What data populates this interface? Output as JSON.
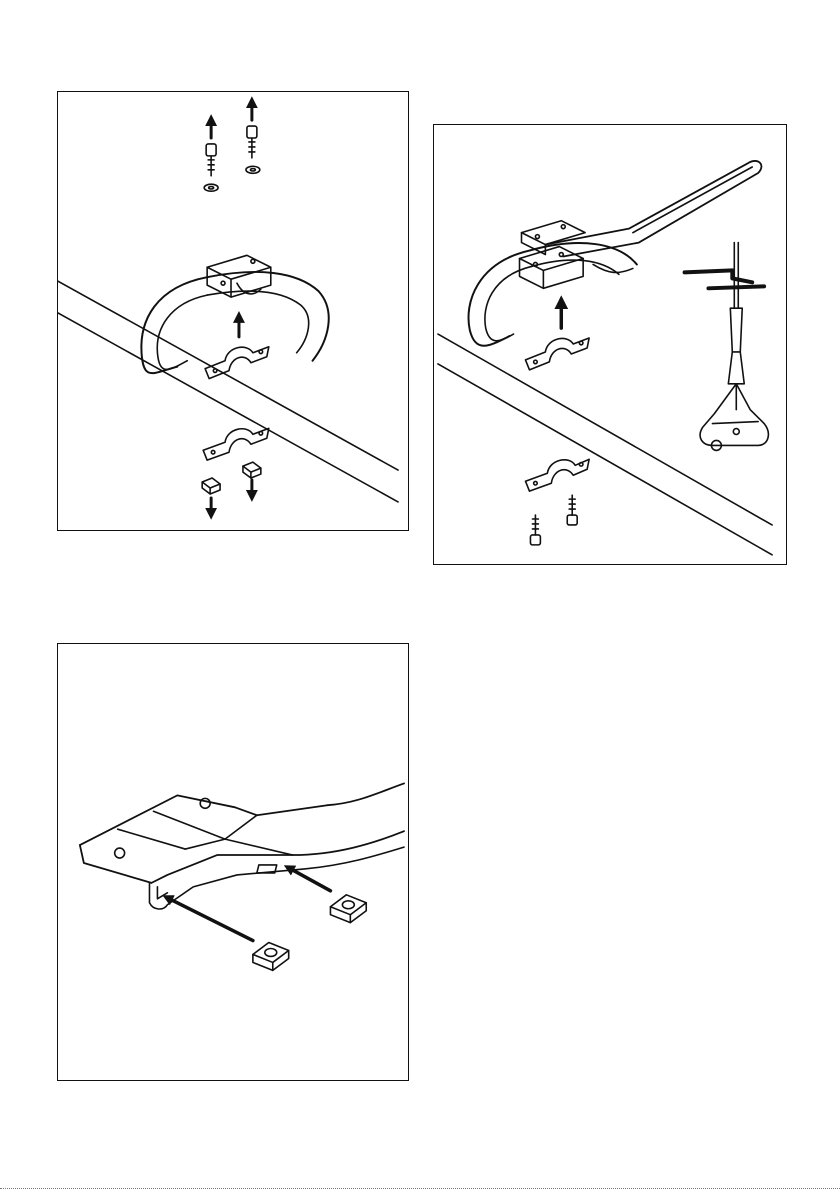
{
  "page": {
    "background": "#ffffff",
    "line_color": "#111111"
  },
  "illustrations": [
    {
      "id": "remove-handle",
      "icons": [
        "screw-icon",
        "washer-icon",
        "loop-handle-icon",
        "clamp-icon",
        "square-nut-icon",
        "arrow-up-icon",
        "arrow-down-icon",
        "drive-tube-icon"
      ]
    },
    {
      "id": "fit-handle",
      "icons": [
        "loop-handle-icon",
        "handle-bar-icon",
        "clamp-icon",
        "screw-icon",
        "arrow-up-icon",
        "trimmer-head-icon",
        "barrier-bar-icon",
        "drive-tube-icon"
      ]
    },
    {
      "id": "insert-nuts",
      "icons": [
        "barrier-bar-icon",
        "square-nut-icon",
        "arrow-icon"
      ]
    }
  ]
}
